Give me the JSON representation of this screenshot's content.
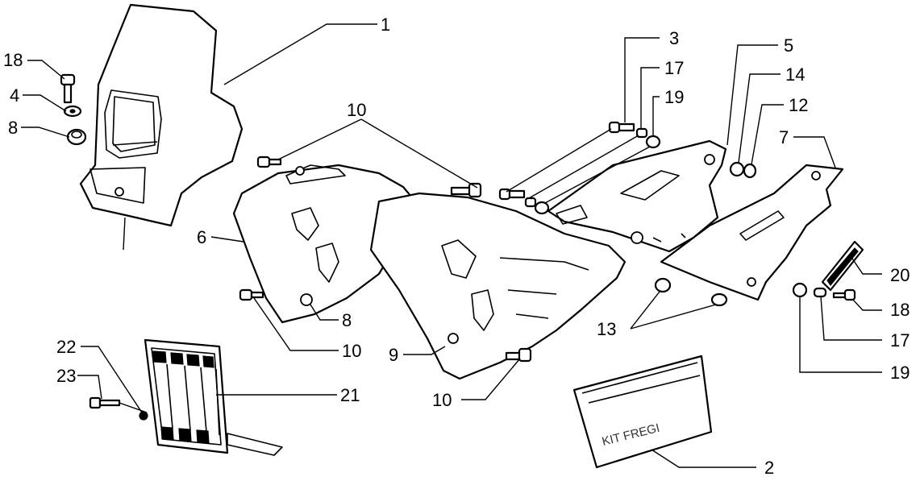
{
  "callouts": [
    {
      "id": "c1",
      "text": "1"
    },
    {
      "id": "c18a",
      "text": "18"
    },
    {
      "id": "c4",
      "text": "4"
    },
    {
      "id": "c8a",
      "text": "8"
    },
    {
      "id": "c10a",
      "text": "10"
    },
    {
      "id": "c6",
      "text": "6"
    },
    {
      "id": "c8b",
      "text": "8"
    },
    {
      "id": "c10b",
      "text": "10"
    },
    {
      "id": "c9",
      "text": "9"
    },
    {
      "id": "c10c",
      "text": "10"
    },
    {
      "id": "c22",
      "text": "22"
    },
    {
      "id": "c23",
      "text": "23"
    },
    {
      "id": "c21",
      "text": "21"
    },
    {
      "id": "c3",
      "text": "3"
    },
    {
      "id": "c17a",
      "text": "17"
    },
    {
      "id": "c19a",
      "text": "19"
    },
    {
      "id": "c5",
      "text": "5"
    },
    {
      "id": "c14",
      "text": "14"
    },
    {
      "id": "c12",
      "text": "12"
    },
    {
      "id": "c7",
      "text": "7"
    },
    {
      "id": "c20",
      "text": "20"
    },
    {
      "id": "c18b",
      "text": "18"
    },
    {
      "id": "c17b",
      "text": "17"
    },
    {
      "id": "c19b",
      "text": "19"
    },
    {
      "id": "c13",
      "text": "13"
    },
    {
      "id": "c2",
      "text": "2"
    }
  ],
  "decal_kit_label": "KIT FREGI"
}
